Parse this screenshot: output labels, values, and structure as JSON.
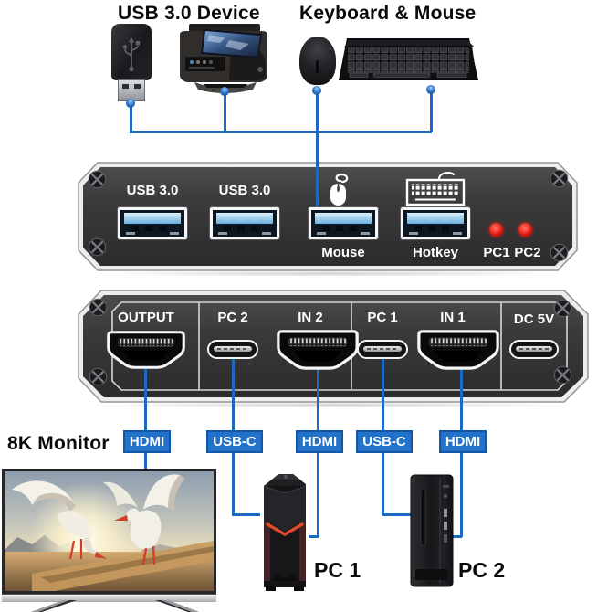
{
  "device_groups": {
    "usb_device_heading": "USB 3.0 Device",
    "keyboard_mouse_heading": "Keyboard & Mouse",
    "monitor_heading": "8K Monitor",
    "pc1_label": "PC 1",
    "pc2_label": "PC 2"
  },
  "usb_panel": {
    "usb1_label": "USB 3.0",
    "usb2_label": "USB 3.0",
    "mouse_port_label": "Mouse",
    "hotkey_port_label": "Hotkey",
    "led1_label": "PC1",
    "led2_label": "PC2"
  },
  "video_panel": {
    "output_label": "OUTPUT",
    "pc2_usbc_label": "PC 2",
    "in2_label": "IN 2",
    "pc1_usbc_label": "PC 1",
    "in1_label": "IN 1",
    "power_label": "DC 5V"
  },
  "cable_badges": {
    "monitor": "HDMI",
    "pc1_usb": "USB-C",
    "pc1_video": "HDMI",
    "pc2_usb": "USB-C",
    "pc2_video": "HDMI"
  },
  "colors": {
    "cable_blue": "#1c69c4",
    "badge_blue": "#2272c9",
    "led_red": "#e01410",
    "panel_gray": "#3b3b3d"
  }
}
